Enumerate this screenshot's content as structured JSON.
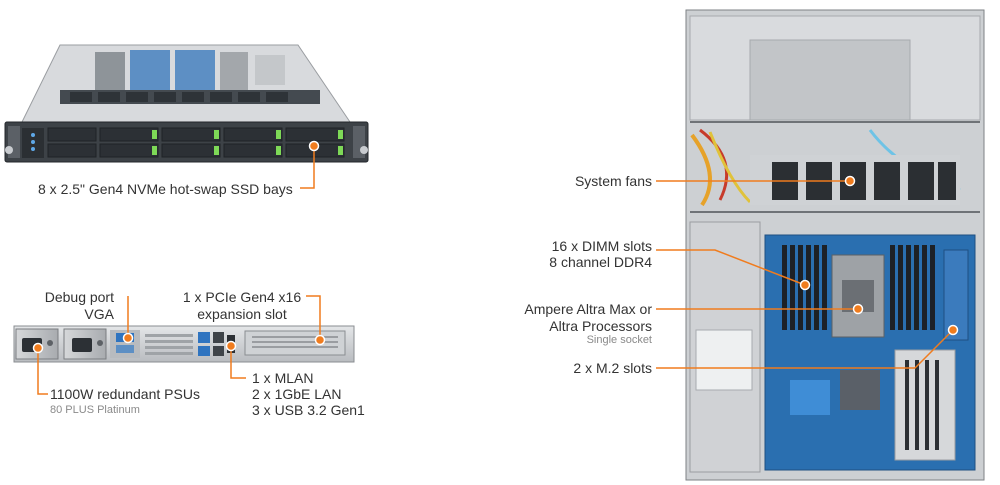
{
  "front": {
    "ssd_bays_label": "8 x 2.5\" Gen4 NVMe hot-swap SSD bays"
  },
  "rear": {
    "debug_port_line1": "Debug port",
    "debug_port_line2": "VGA",
    "pcie_line1": "1 x PCIe Gen4 x16",
    "pcie_line2": "expansion slot",
    "psu_label": "1100W redundant PSUs",
    "psu_sub": "80 PLUS Platinum",
    "io_line1": "1 x MLAN",
    "io_line2": "2 x 1GbE LAN",
    "io_line3": "3 x USB 3.2 Gen1"
  },
  "top": {
    "fans_label": "System fans",
    "dimm_line1": "16 x DIMM slots",
    "dimm_line2": "8 channel DDR4",
    "cpu_line1": "Ampere Altra Max or",
    "cpu_line2": "Altra Processors",
    "cpu_sub": "Single socket",
    "m2_label": "2 x M.2 slots"
  },
  "colors": {
    "callout": "#f07c1e",
    "chassis": "#c9ccd0",
    "board": "#2a6fb0",
    "bay_latch": "#7ed957"
  }
}
